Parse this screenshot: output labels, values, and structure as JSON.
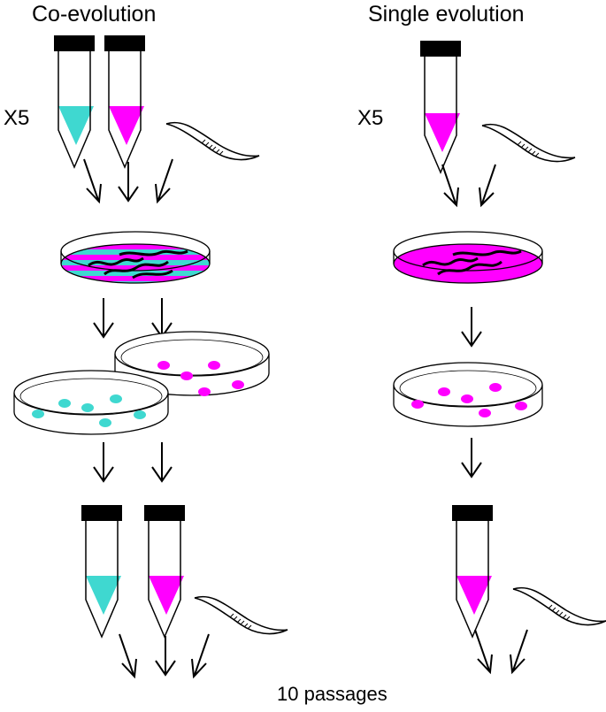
{
  "panels": {
    "left": {
      "title": "Co-evolution",
      "multiplier": "X5"
    },
    "right": {
      "title": "Single evolution",
      "multiplier": "X5"
    }
  },
  "footer": {
    "passages": "10 passages"
  },
  "colors": {
    "strain_a": "#3fd8d0",
    "strain_b": "#ff00ff",
    "cap": "#000000",
    "outline": "#000000"
  },
  "icons": {
    "tube": "culture-tube-icon",
    "worm": "nematode-worm-icon",
    "dish": "petri-dish-icon",
    "arrow": "down-arrow-icon"
  }
}
